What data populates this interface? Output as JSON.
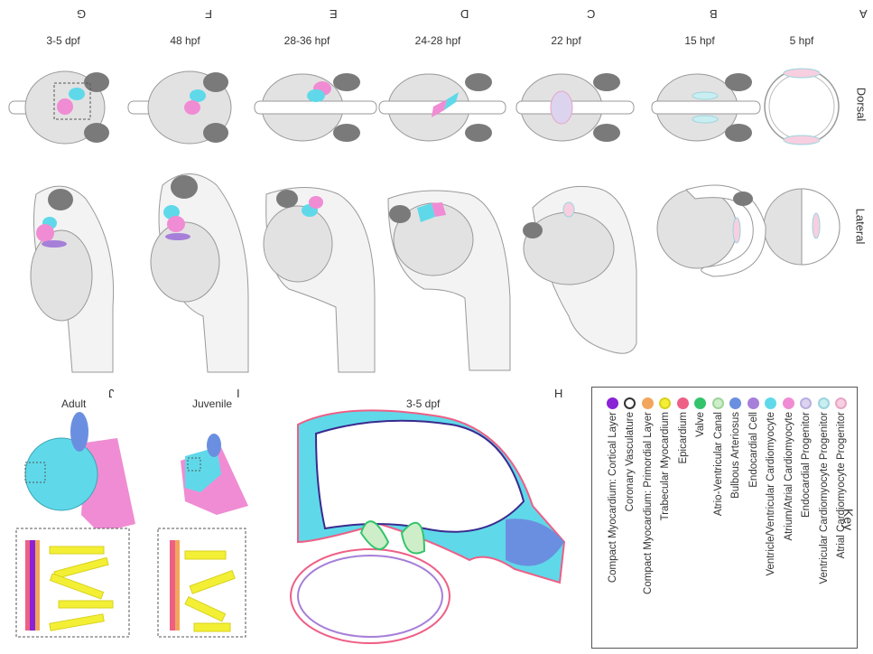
{
  "stages": [
    {
      "letter": "A",
      "time": "5 hpf"
    },
    {
      "letter": "B",
      "time": "15 hpf"
    },
    {
      "letter": "C",
      "time": "22 hpf"
    },
    {
      "letter": "D",
      "time": "24-28 hpf"
    },
    {
      "letter": "E",
      "time": "28-36 hpf"
    },
    {
      "letter": "F",
      "time": "48 hpf"
    },
    {
      "letter": "G",
      "time": "3-5 dpf"
    }
  ],
  "views": {
    "dorsal": "Dorsal",
    "lateral": "Lateral"
  },
  "panels": {
    "h_letter": "H",
    "h_title": "3-5 dpf",
    "i_letter": "I",
    "i_title": "Juvenile",
    "j_letter": "J",
    "j_title": "Adult"
  },
  "key": {
    "title": "Key",
    "items": [
      {
        "label": "Atrial Cardiomyocyte Progenitor",
        "color": "#f7cfe0",
        "outline": "#e6a6c6"
      },
      {
        "label": "Ventricular Cardiomyocyte Progenitor",
        "color": "#c9eef2",
        "outline": "#9bd4dc"
      },
      {
        "label": "Endocardial Progenitor",
        "color": "#dcd3ef",
        "outline": "#b9aee0"
      },
      {
        "label": "Atrium/Atrial Cardiomyocyte",
        "color": "#f08cd3",
        "outline": "#f08cd3"
      },
      {
        "label": "Ventricle/Ventricular Cardiomyocyte",
        "color": "#5fd9e9",
        "outline": "#5fd9e9"
      },
      {
        "label": "Endocardial Cell",
        "color": "#a67fd9",
        "outline": "#a67fd9"
      },
      {
        "label": "Bulbous Arteriosus",
        "color": "#6b8fe0",
        "outline": "#6b8fe0"
      },
      {
        "label": "Atrio-Ventricular Canal",
        "color": "#cdeec9",
        "outline": "#9ed49a"
      },
      {
        "label": "Valve",
        "color": "#33c46a",
        "outline": "#33c46a"
      },
      {
        "label": "Epicardium",
        "color": "#ee5f86",
        "outline": "#ee5f86"
      },
      {
        "label": "Trabecular Myocardium",
        "color": "#f3ef35",
        "outline": "#d8d21d"
      },
      {
        "label": "Compact Myocardium: Primordial Layer",
        "color": "#f2a65c",
        "outline": "#f2a65c"
      },
      {
        "label": "Coronary Vasculature",
        "color": "#ffffff",
        "outline": "#333333"
      },
      {
        "label": "Compact Myocardium: Cortical Layer",
        "color": "#8a22d6",
        "outline": "#8a22d6"
      }
    ]
  },
  "colors": {
    "embryo": "#e2e2e2",
    "eye": "#7a7a7a",
    "outline": "#9a9a9a"
  }
}
